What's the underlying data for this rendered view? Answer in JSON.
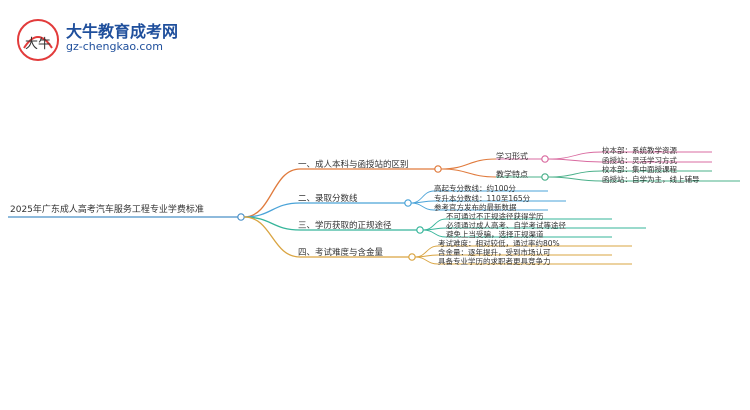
{
  "brand": {
    "logo_glyph": "大牛",
    "title": "大牛教育成考网",
    "url": "gz-chengkao.com"
  },
  "mindmap": {
    "root": "2025年广东成人高考汽车服务工程专业学费标准",
    "branches": [
      {
        "label": "一、成人本科与函授站的区别",
        "children": [
          {
            "label": "学习形式",
            "children": [
              "校本部：系统教学资源",
              "函授站：灵活学习方式"
            ]
          },
          {
            "label": "教学特点",
            "children": [
              "校本部：集中面授课程",
              "函授站：自学为主，线上辅导"
            ]
          }
        ]
      },
      {
        "label": "二、录取分数线",
        "children": [
          "高起专分数线：约100分",
          "专升本分数线：110至165分",
          "参考官方发布的最新数据"
        ]
      },
      {
        "label": "三、学历获取的正规途径",
        "children": [
          "不可通过不正规途径获得学历",
          "必须通过成人高考、自学考试等途径",
          "避免上当受骗，选择正规渠道"
        ]
      },
      {
        "label": "四、考试难度与含金量",
        "children": [
          "考试难度：相对较低，通过率约80%",
          "含金量：逐年提升，受到市场认可",
          "具备专业学历的求职者更具竞争力"
        ]
      }
    ]
  },
  "colors": {
    "root": "#4a90c8",
    "branch1": "#e07a3c",
    "branch2": "#4aa3d8",
    "branch3": "#36b59a",
    "branch4": "#d9a441",
    "leaf1a": "#d96ba0",
    "leaf1b": "#4ab08a"
  }
}
